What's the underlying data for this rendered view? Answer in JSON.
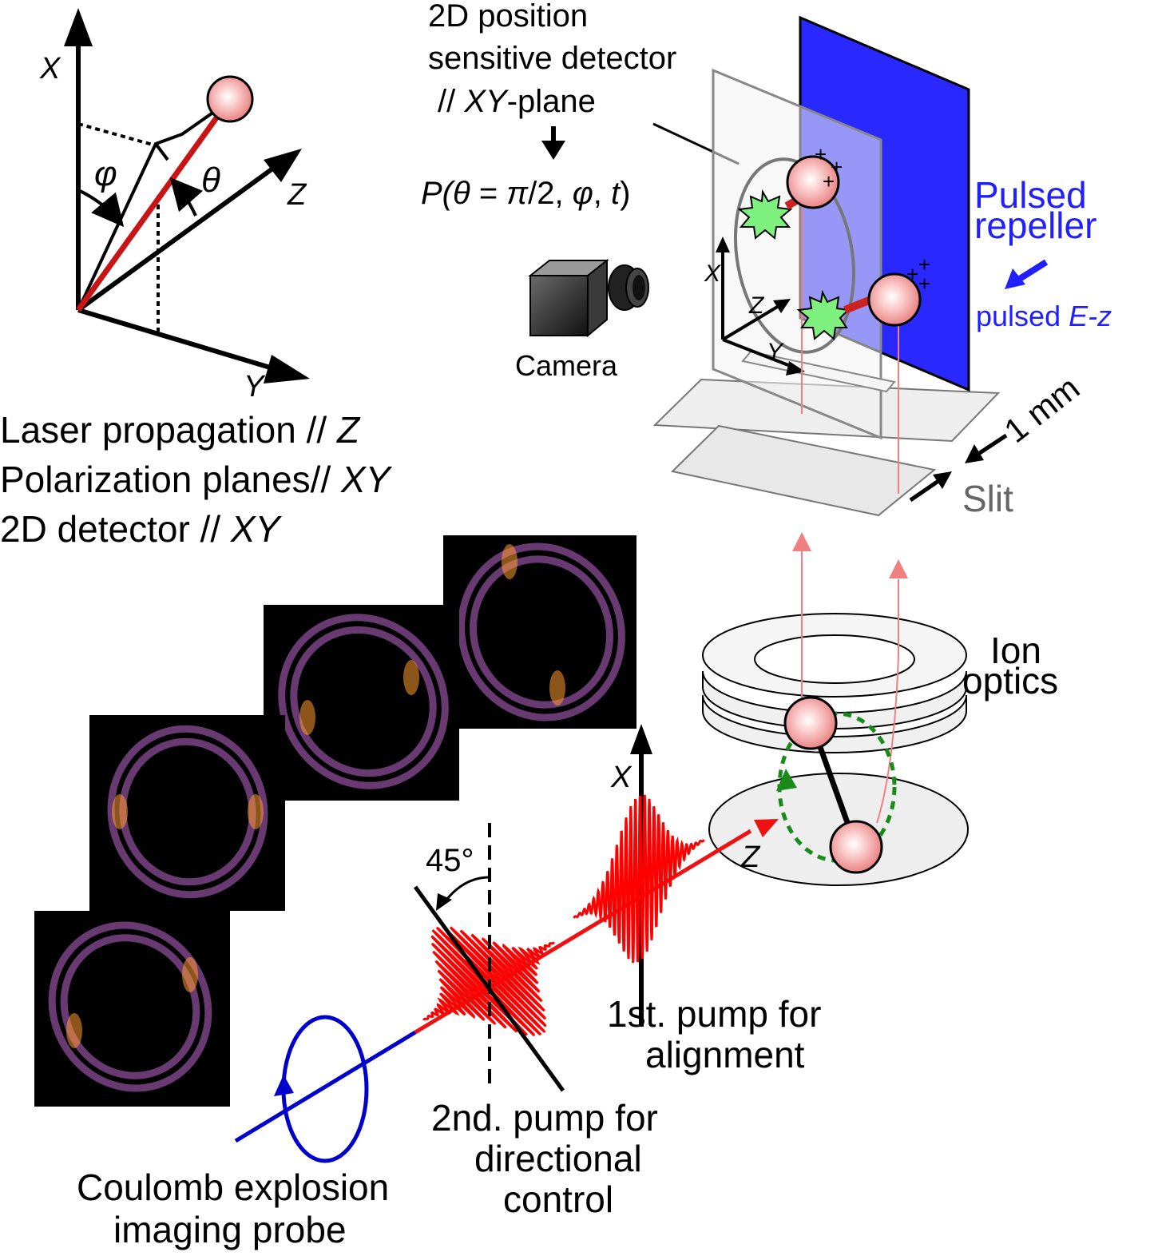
{
  "axes_panel": {
    "x_label": "X",
    "y_label": "Y",
    "z_label": "Z",
    "phi_label": "φ",
    "theta_label": "θ"
  },
  "legend_lines": {
    "line1_text": "Laser propagation // ",
    "line1_axis": "Z",
    "line2_text": "Polarization planes// ",
    "line2_axis": "XY",
    "line3_text": "2D detector // ",
    "line3_axis": "XY"
  },
  "detector": {
    "title_line1": "2D position",
    "title_line2": "sensitive detector",
    "title_line3_prefix": "// ",
    "title_line3_axis": "XY",
    "title_line3_suffix": "-plane",
    "formula_p": "P(",
    "formula_theta": "θ",
    "formula_mid": " = ",
    "formula_pi": "π",
    "formula_half": "/2, ",
    "formula_phi": "φ",
    "formula_comma": ", ",
    "formula_t": "t",
    "formula_close": ")",
    "inner_x": "X",
    "inner_y": "Y",
    "inner_z": "Z"
  },
  "camera_label": "Camera",
  "repeller": {
    "line1": "Pulsed",
    "line2": "repeller",
    "field_prefix": "pulsed ",
    "field_symbol": "E",
    "field_suffix": "-z",
    "color": "#2020ff"
  },
  "slit": {
    "width_label": "1 mm",
    "label": "Slit"
  },
  "ion_optics": {
    "line1": "Ion",
    "line2": "optics"
  },
  "lab_axes": {
    "x_label": "X",
    "z_label": "Z"
  },
  "angle_label": "45°",
  "pulses": {
    "first_line1": "1st. pump for",
    "first_line2": "alignment",
    "second_line1": "2nd. pump for",
    "second_line2": "directional",
    "second_line3": "control",
    "probe_line1": "Coulomb explosion",
    "probe_line2": "imaging probe",
    "pump_color": "#ff0000",
    "probe_color": "#0000cc"
  },
  "colors": {
    "molecule": "#f4a0a0",
    "fragment_burst": "#7ef07e",
    "image_background": "#000000",
    "image_ring": "#c06ad0"
  }
}
